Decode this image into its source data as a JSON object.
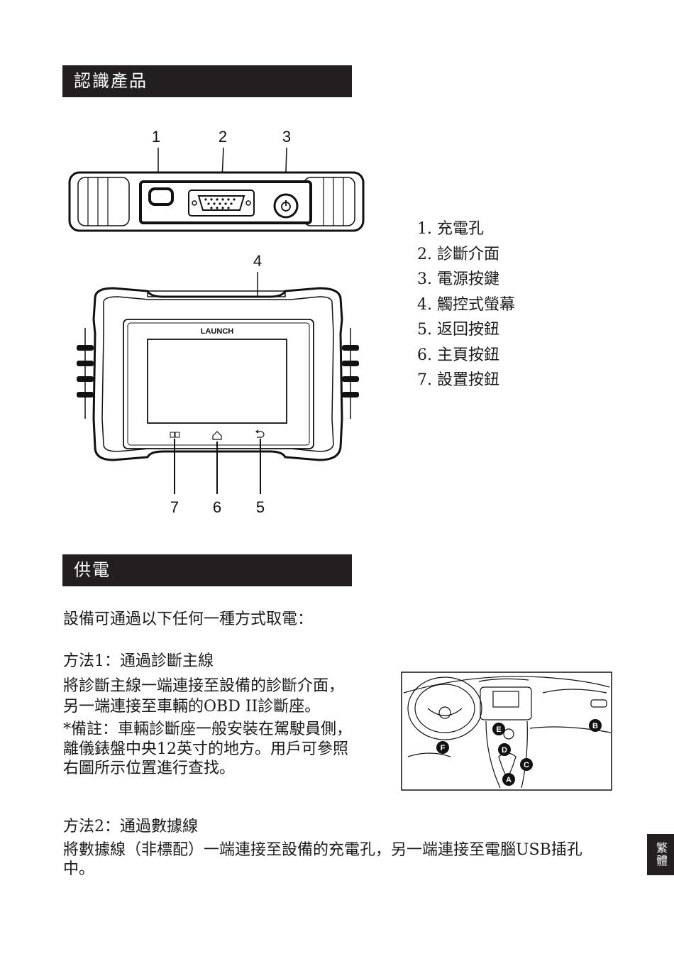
{
  "sections": {
    "identify_title": "認識產品",
    "power_title": "供電"
  },
  "diagram": {
    "callouts": [
      "1",
      "2",
      "3",
      "4",
      "7",
      "6",
      "5"
    ],
    "brand": "LAUNCH"
  },
  "legend": [
    "1. 充電孔",
    "2. 診斷介面",
    "3. 電源按鍵",
    "4. 觸控式螢幕",
    "5. 返回按鈕",
    "6. 主頁按鈕",
    "7. 設置按鈕"
  ],
  "power": {
    "intro": "設備可通過以下任何一種方式取電：",
    "method1_title": "方法1：通過診斷主線",
    "method1_lines": [
      "將診斷主線一端連接至設備的診斷介面，",
      "另一端連接至車輛的OBD II診斷座。"
    ],
    "note_lines": [
      "*備註：車輛診斷座一般安裝在駕駛員側，",
      "離儀錶盤中央12英寸的地方。用戶可參照",
      "右圖所示位置進行查找。"
    ],
    "method2_title": "方法2：通過數據線",
    "method2_lines": [
      "將數據線（非標配）一端連接至設備的充電孔，另一端連接至電腦USB插孔",
      "中。"
    ]
  },
  "car_labels": [
    "A",
    "B",
    "C",
    "D",
    "E",
    "F"
  ],
  "side_tab": "繁體",
  "colors": {
    "bar": "#231f20",
    "text": "#1a1a1a"
  }
}
